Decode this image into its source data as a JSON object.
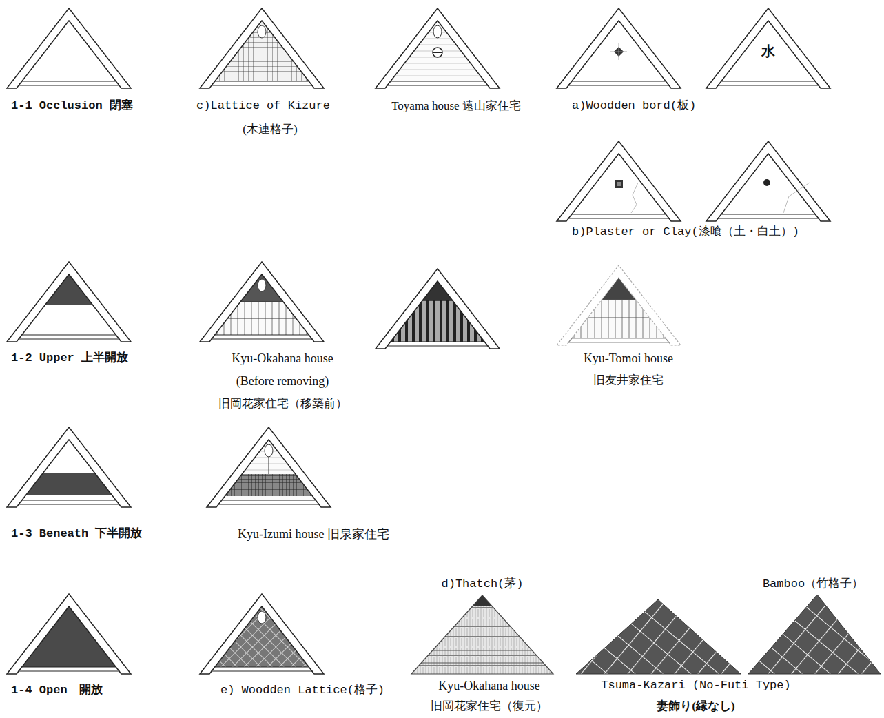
{
  "diagram": {
    "labels": [
      "1-1 Occlusion 閉塞",
      "c)Lattice of Kizure",
      "(木連格子)",
      "Toyama house 遠山家住宅",
      "a)Woodden bord(板)",
      "水",
      "b)Plaster or Clay(漆喰（土・白土）)",
      "1-2 Upper 上半開放",
      "Kyu-Okahana house",
      "(Before removing)",
      "旧岡花家住宅（移築前）",
      "Kyu-Tomoi house",
      "旧友井家住宅",
      "1-3 Beneath 下半開放",
      "Kyu-Izumi house 旧泉家住宅",
      "d)Thatch(茅)",
      "Bamboo（竹格子）",
      "1-4 Open　開放",
      "e) Woodden Lattice(格子)",
      "Kyu-Okahana house",
      "旧岡花家住宅（復元）",
      "Tsuma-Kazari (No-Futi Type)",
      "妻飾り(縁なし)"
    ]
  }
}
